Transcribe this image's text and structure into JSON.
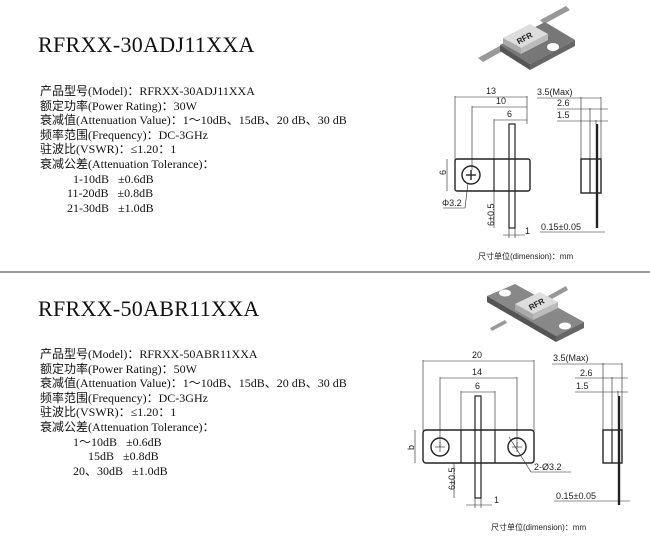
{
  "products": [
    {
      "title": "RFRXX-30ADJ11XXA",
      "specs": [
        "产品型号(Model)：RFRXX-30ADJ11XXA",
        "额定功率(Power Rating)：30W",
        "衰减值(Attenuation Value)：1～10dB、15dB、20 dB、30 dB",
        "频率范围(Frequency)：DC-3GHz",
        "驻波比(VSWR)：≤1.20：1",
        "衰减公差(Attenuation Tolerance)："
      ],
      "tolerance": [
        "           1-10dB   ±0.6dB",
        "         11-20dB   ±0.8dB",
        "         21-30dB   ±1.0dB"
      ],
      "drawing": {
        "logo": "RFR",
        "d13": "13",
        "d10": "10",
        "d6": "6",
        "h6": "6",
        "hole": "Φ3.2",
        "lead": "6±0.5",
        "w1": "1",
        "max": "3.5(Max)",
        "t26": "2.6",
        "t15": "1.5",
        "thk": "0.15±0.05",
        "caption": "尺寸单位(dimension)：mm"
      }
    },
    {
      "title": "RFRXX-50ABR11XXA",
      "specs": [
        "产品型号(Model)：RFRXX-50ABR11XXA",
        "额定功率(Power Rating)：50W",
        "衰减值(Attenuation Value)：1～10dB、15dB、20 dB、30 dB",
        "频率范围(Frequency)：DC-3GHz",
        "驻波比(VSWR)：≤1.20：1",
        "衰减公差(Attenuation Tolerance)："
      ],
      "tolerance": [
        "           1～10dB   ±0.6dB",
        "                15dB   ±0.8dB",
        "           20、30dB   ±1.0dB"
      ],
      "drawing": {
        "logo": "RFR",
        "d20": "20",
        "d14": "14",
        "d6": "6",
        "h": "b",
        "hole": "2-Ø3.2",
        "lead": "6±0.5",
        "w1": "1",
        "max": "3.5(Max)",
        "t26": "2.6",
        "t15": "1.5",
        "thk": "0.15±0.05",
        "caption": "尺寸单位(dimension)：mm"
      }
    }
  ]
}
